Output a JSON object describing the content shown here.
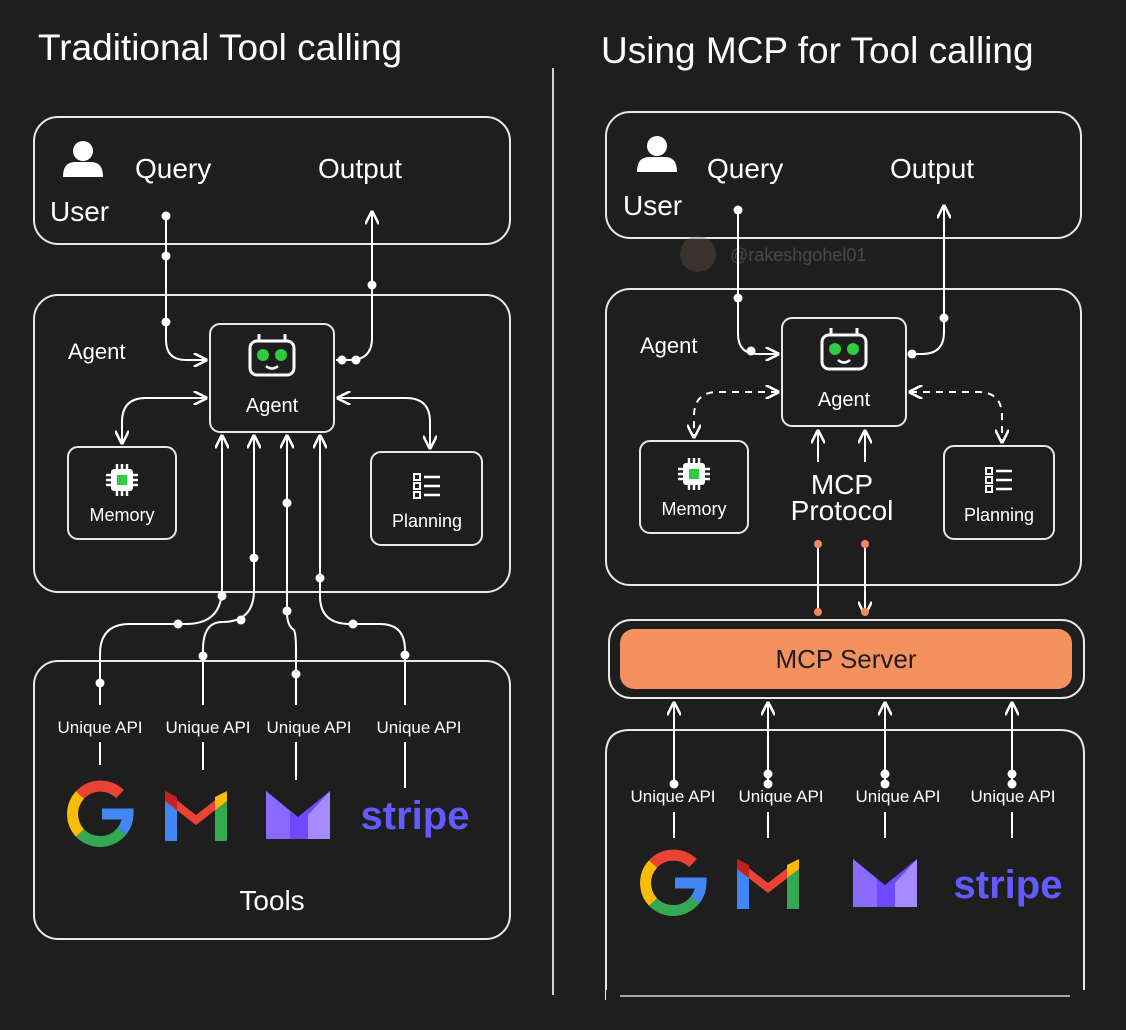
{
  "left": {
    "title": "Traditional Tool calling",
    "user_label": "User",
    "query_label": "Query",
    "output_label": "Output",
    "agent_section_label": "Agent",
    "agent_label": "Agent",
    "memory_label": "Memory",
    "planning_label": "Planning",
    "api_labels": [
      "Unique API",
      "Unique API",
      "Unique API",
      "Unique API"
    ],
    "tools_label": "Tools"
  },
  "right": {
    "title": "Using MCP for Tool calling",
    "user_label": "User",
    "query_label": "Query",
    "output_label": "Output",
    "agent_section_label": "Agent",
    "agent_label": "Agent",
    "memory_label": "Memory",
    "planning_label": "Planning",
    "mcp_protocol_line1": "MCP",
    "mcp_protocol_line2": "Protocol",
    "mcp_server_label": "MCP Server",
    "api_labels": [
      "Unique API",
      "Unique API",
      "Unique API",
      "Unique API"
    ]
  },
  "watermark": "@rakeshgohel01",
  "tool_logos": [
    "google-logo",
    "gmail-logo",
    "proton-mail-logo",
    "stripe-logo"
  ],
  "stripe_wordmark": "stripe",
  "colors": {
    "background": "#1e1e1e",
    "mcp_server": "#f4915f",
    "robot_eyes": "#2ecc40",
    "stripe": "#635bff"
  }
}
